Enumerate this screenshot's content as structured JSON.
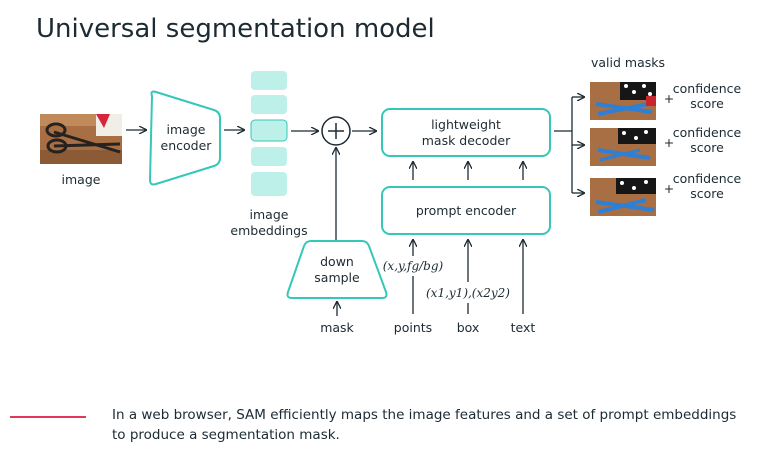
{
  "title": "Universal segmentation model",
  "diagram": {
    "input_image_label": "image",
    "image_encoder_label": [
      "image",
      "encoder"
    ],
    "embeddings_label": [
      "image",
      "embeddings"
    ],
    "down_sample_label": [
      "down",
      "sample"
    ],
    "mask_label": "mask",
    "decoder_label": [
      "lightweight",
      "mask decoder"
    ],
    "prompt_encoder_label": "prompt encoder",
    "points_label": "points",
    "box_label": "box",
    "text_label": "text",
    "points_coord": "(x,y,fg/bg)",
    "box_coord": "(x1,y1),(x2y2)",
    "valid_masks_label": "valid masks",
    "confidence_label": [
      "confidence",
      "score"
    ],
    "plus_symbol": "+",
    "colors": {
      "teal_stroke": "#35c7b8",
      "teal_fill": "#bdf0e8",
      "arrow": "#1c2b33",
      "accent_line": "#e2365d"
    },
    "icons": [
      "plus-circle-icon",
      "arrow-icon"
    ]
  },
  "caption": "In a web browser, SAM efficiently maps the image features and a set of prompt embeddings to produce a segmentation mask."
}
